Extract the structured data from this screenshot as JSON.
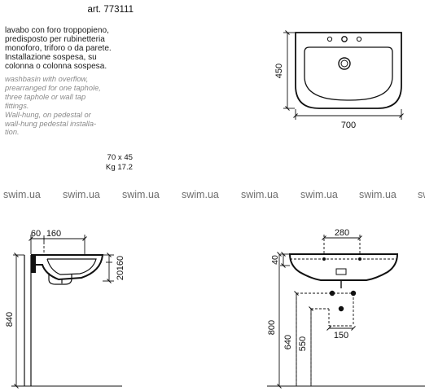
{
  "product": {
    "article": "art. 773111",
    "description_it": [
      "lavabo con foro troppopieno,",
      "predisposto per rubinetteria",
      "monoforo, triforo o da parete.",
      "Installazione sospesa, su",
      "colonna o colonna sospesa."
    ],
    "description_en": [
      "washbasin with overflow,",
      "prearranged for one taphole,",
      "three taphole or wall tap",
      "fittings.",
      "Wall-hung, on pedestal or",
      "wall-hung pedestal installa-",
      "tion."
    ],
    "size": "70 x 45",
    "weight": "Kg  17.2"
  },
  "watermark": {
    "text": [
      "swim.ua",
      "swim.ua",
      "swim.ua",
      "swim.ua",
      "swim.ua",
      "swim.ua",
      "swim.ua",
      "sw"
    ]
  },
  "drawings": {
    "top_view": {
      "depth": "450",
      "width": "700"
    },
    "side_view": {
      "offset_a": "60",
      "offset_b": "160",
      "rim_a": "20",
      "rim_b": "160",
      "height": "840"
    },
    "front_view": {
      "tap_spacing": "280",
      "rim": "40",
      "waste_width": "150",
      "height_a": "800",
      "height_b": "640",
      "height_c": "550"
    }
  }
}
